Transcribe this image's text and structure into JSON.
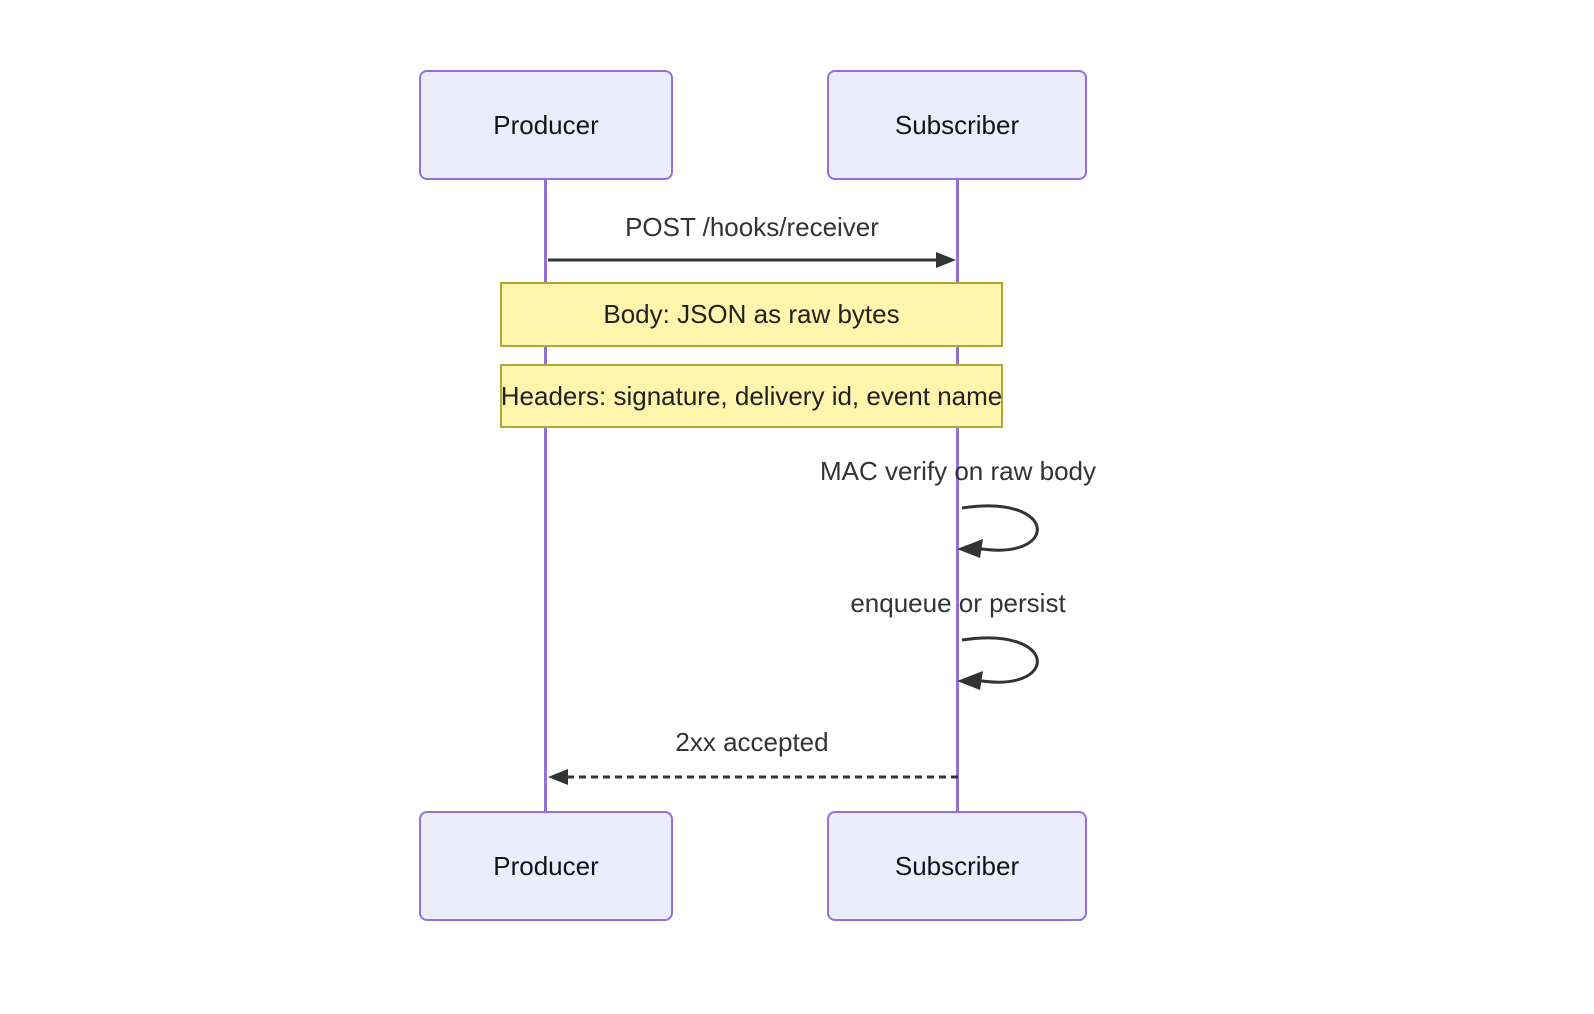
{
  "diagram": {
    "type": "sequence-diagram",
    "background": "#ffffff",
    "actors": [
      {
        "id": "producer",
        "label": "Producer"
      },
      {
        "id": "subscriber",
        "label": "Subscriber"
      }
    ],
    "steps": [
      {
        "kind": "message",
        "from": "Producer",
        "to": "Subscriber",
        "line": "solid",
        "label": "POST /hooks/receiver"
      },
      {
        "kind": "note",
        "over": "Producer,Subscriber",
        "label": "Body: JSON as raw bytes"
      },
      {
        "kind": "note",
        "over": "Producer,Subscriber",
        "label": "Headers: signature, delivery id, event name"
      },
      {
        "kind": "self-message",
        "actor": "Subscriber",
        "label": "MAC verify on raw body"
      },
      {
        "kind": "self-message",
        "actor": "Subscriber",
        "label": "enqueue or persist"
      },
      {
        "kind": "message",
        "from": "Subscriber",
        "to": "Producer",
        "line": "dashed",
        "label": "2xx accepted"
      }
    ],
    "colors": {
      "actor_fill": "#ECECFF",
      "actor_border": "#9370DB",
      "lifeline": "#9370DB",
      "note_fill": "#FFF5AD",
      "note_border": "#AAAA33",
      "arrow": "#333333",
      "text": "#333333"
    }
  }
}
